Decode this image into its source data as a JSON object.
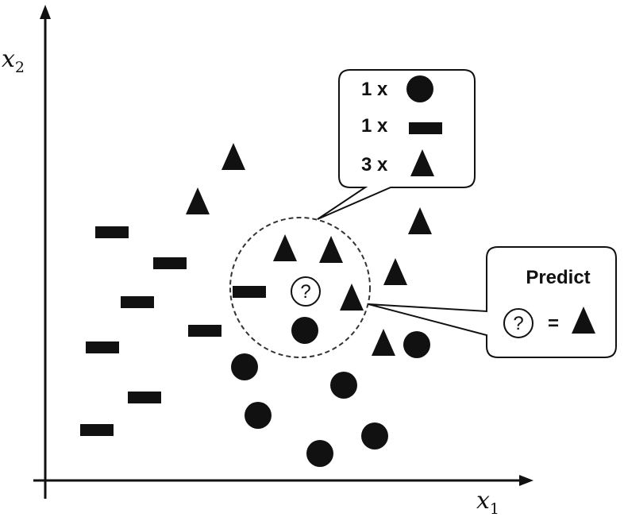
{
  "axes": {
    "x_label": "x",
    "x_subscript": "1",
    "y_label": "x",
    "y_subscript": "2"
  },
  "neighbor_counts": [
    {
      "text": "1 x",
      "icon": "circle-icon"
    },
    {
      "text": "1 x",
      "icon": "rectangle-icon"
    },
    {
      "text": "3 x",
      "icon": "triangle-icon"
    }
  ],
  "prediction": {
    "title": "Predict",
    "query_symbol": "?",
    "equals": "=",
    "result_icon": "triangle-icon"
  },
  "query_point": {
    "symbol": "?"
  },
  "colors": {
    "ink": "#111111",
    "background": "#ffffff"
  }
}
